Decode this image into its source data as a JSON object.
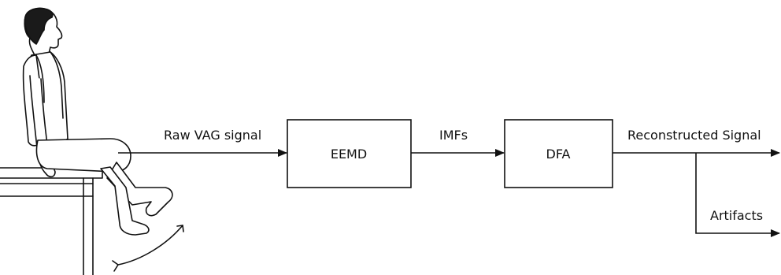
{
  "diagram": {
    "labels": {
      "raw_signal": "Raw VAG signal",
      "eemd": "EEMD",
      "imfs": "IMFs",
      "dfa": "DFA",
      "reconstructed": "Reconstructed Signal",
      "artifacts": "Artifacts"
    },
    "colors": {
      "stroke": "#111111",
      "background": "#ffffff"
    },
    "icons": {
      "subject": "seated-person-illustration",
      "motion": "knee-swing-arc-arrow"
    }
  }
}
